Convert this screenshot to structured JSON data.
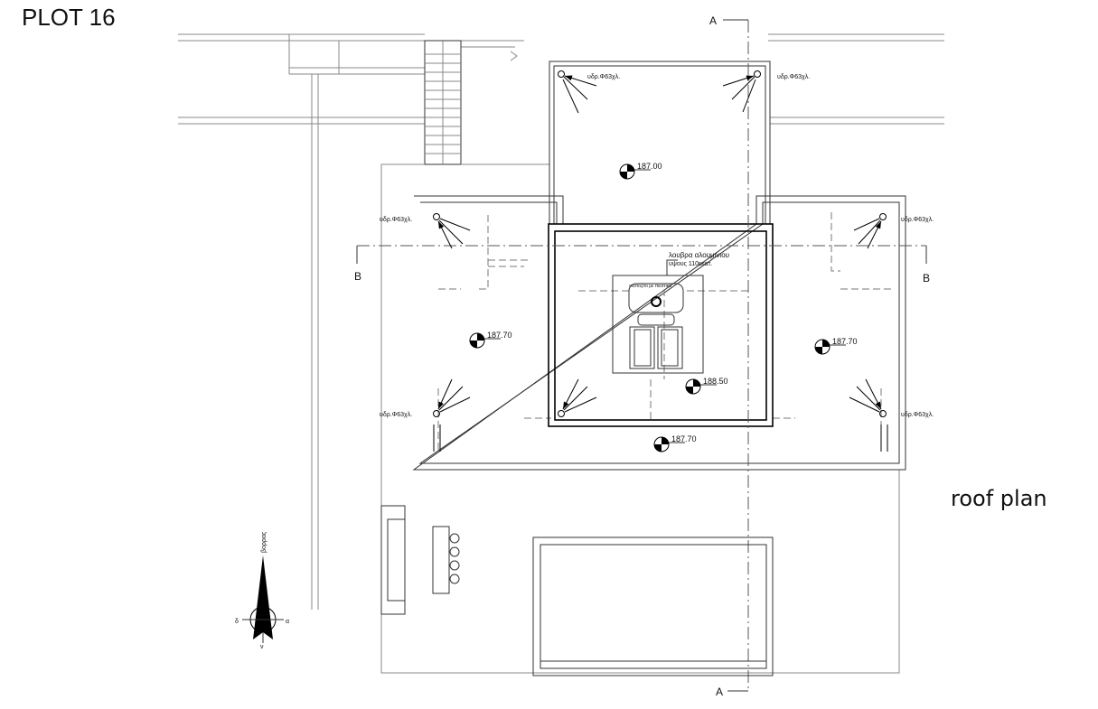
{
  "title": "PLOT 16",
  "subtitle": "roof plan",
  "sections": {
    "a": "A",
    "b": "B"
  },
  "levels": {
    "top": "187.00",
    "left": "187.70",
    "right": "187.70",
    "center": "188.50",
    "bottom": "187.70"
  },
  "drain_label": "υδρ.Φ63χλ.",
  "louvre_label_1": "λουβρα αλουμινιου",
  "louvre_label_2": "υψους 110εκατ.",
  "tank_label": "ντεπόζιτο με πιεστικο",
  "compass": {
    "north": "βορρας",
    "west": "δ",
    "east": "α",
    "south": "ν"
  }
}
